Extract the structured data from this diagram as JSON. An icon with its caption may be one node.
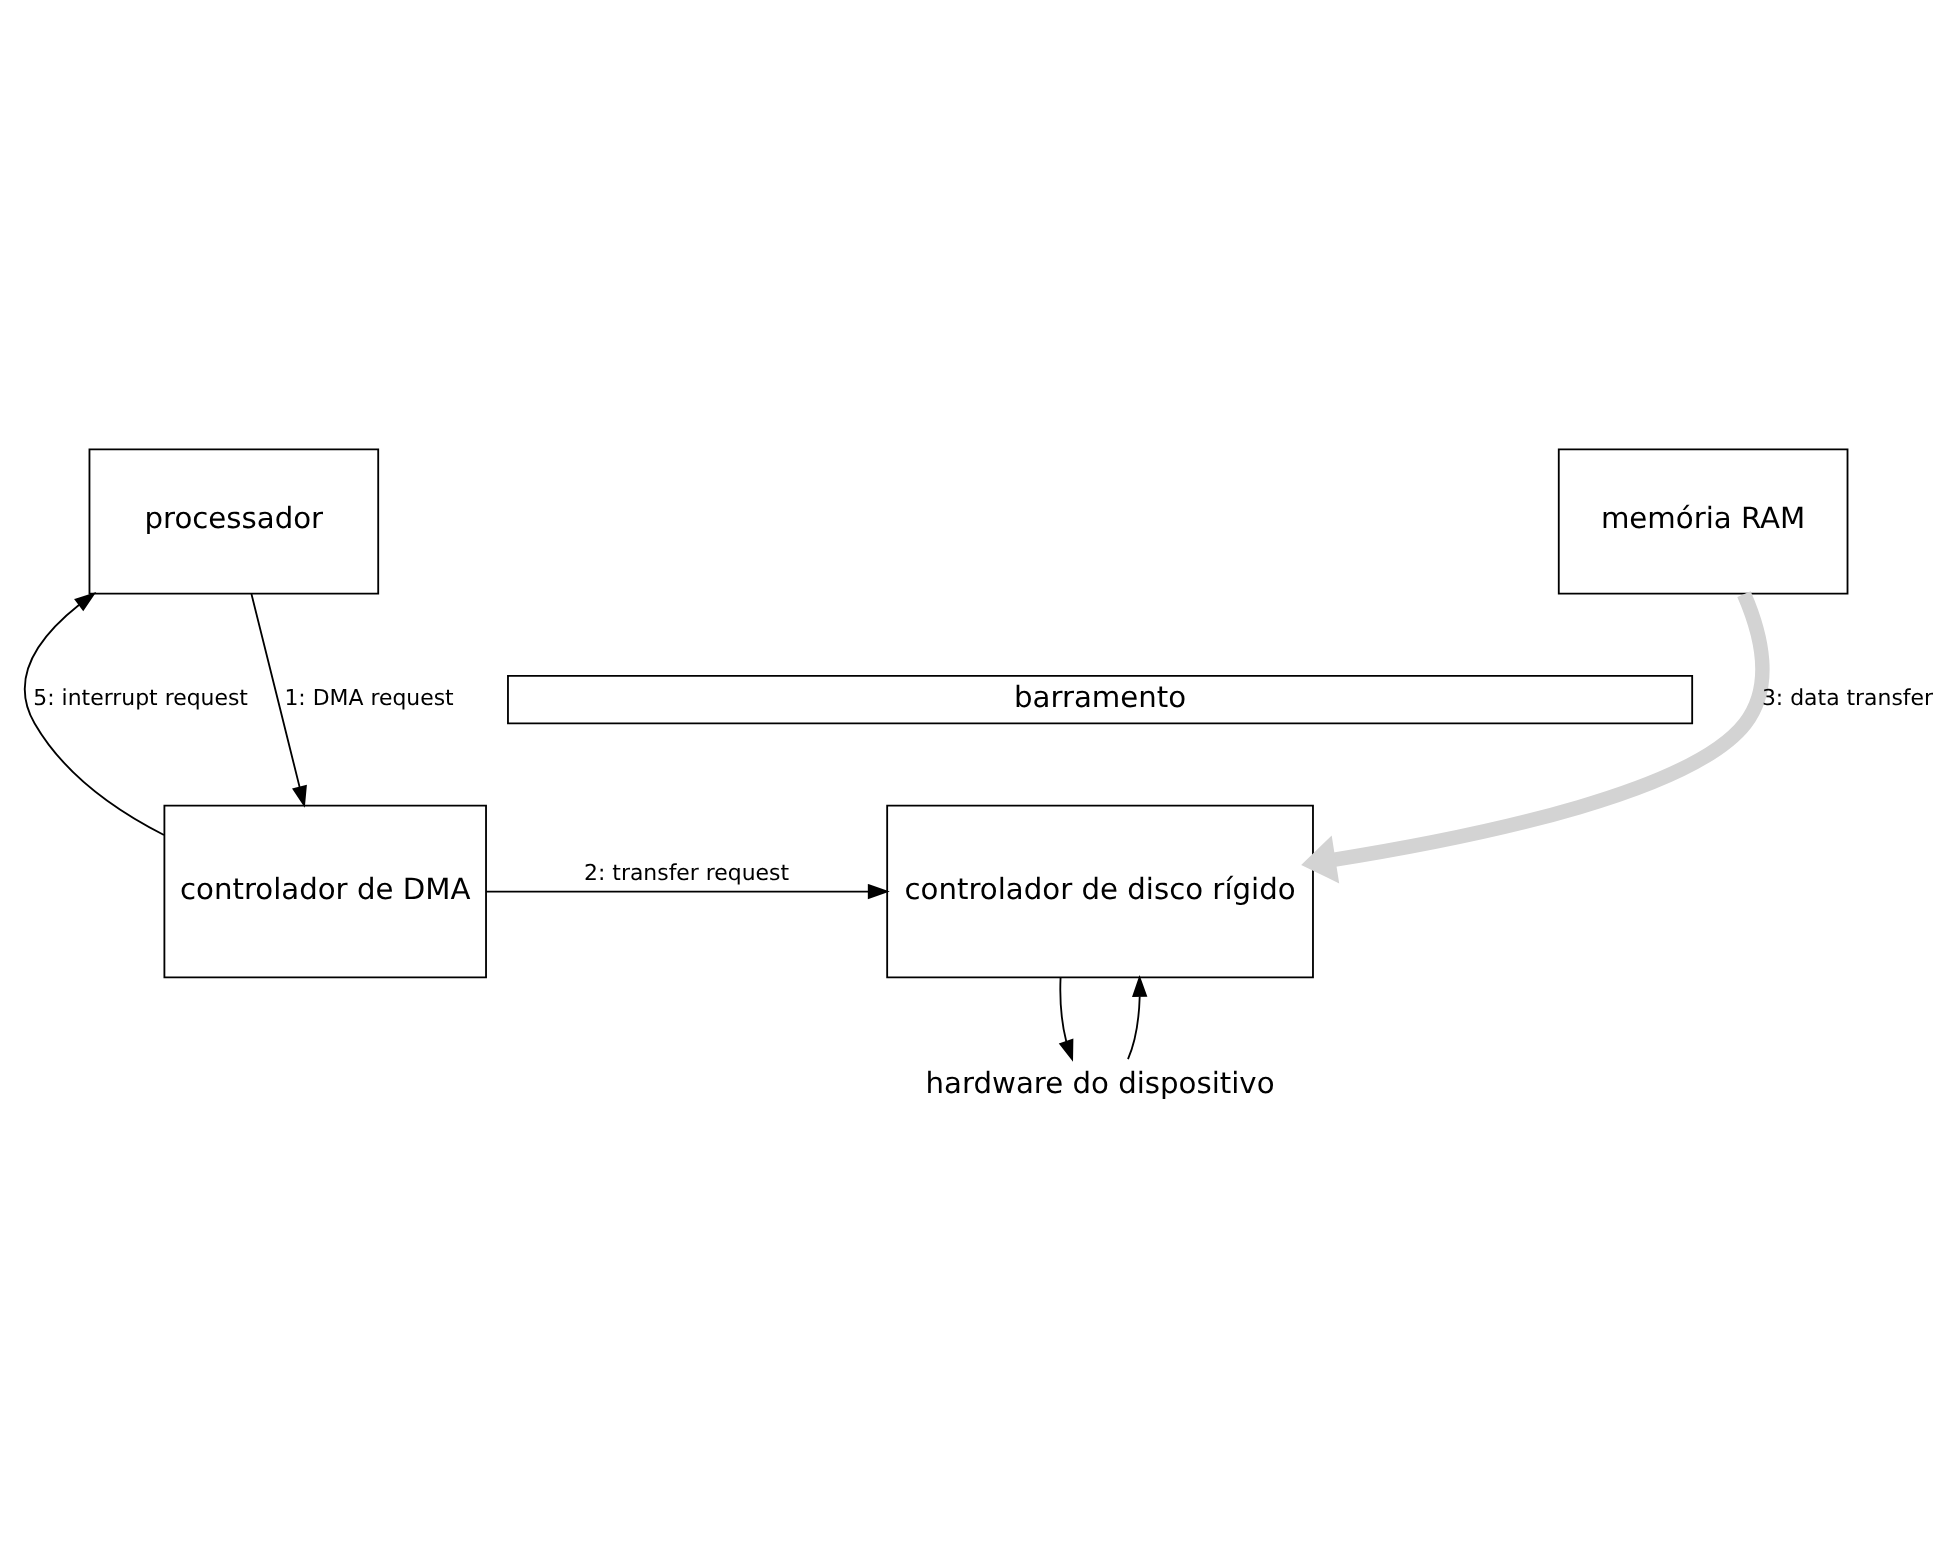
{
  "diagram": {
    "nodes": [
      {
        "text": [
          "processador"
        ]
      },
      {
        "text": [
          "memória RAM"
        ]
      },
      {
        "text": [
          "barramento"
        ]
      },
      {
        "text": [
          "controlador de DMA"
        ]
      },
      {
        "text": [
          "controlador de disco rígido"
        ]
      },
      {
        "text": [
          "hardware do dispositivo"
        ]
      }
    ],
    "edges": [
      {
        "from": 0,
        "to": 3,
        "arrow": "to",
        "label": "1: DMA request"
      },
      {
        "from": 3,
        "to": 0,
        "arrow": "to",
        "label": "5: interrupt request"
      },
      {
        "from": 3,
        "to": 4,
        "arrow": "to",
        "label": "2: transfer request"
      },
      {
        "from": 1,
        "to": 4,
        "arrow": "to",
        "label": "3: data transfer",
        "style": "thick",
        "color": "#d3d3d3"
      },
      {
        "from": 4,
        "to": 5,
        "arrow": "to"
      },
      {
        "from": 5,
        "to": 4,
        "arrow": "to"
      }
    ]
  }
}
